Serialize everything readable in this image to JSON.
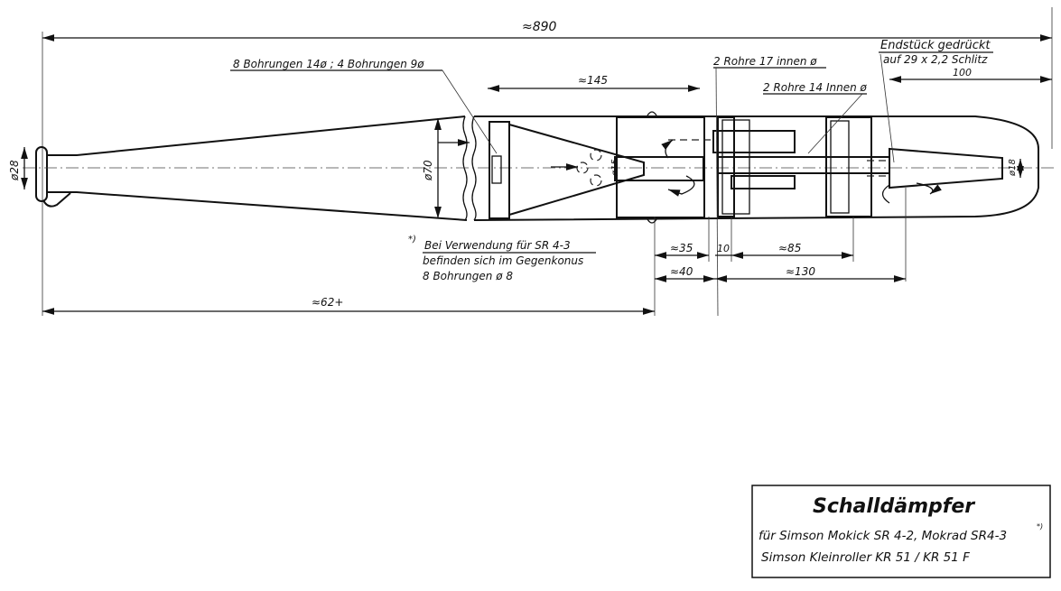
{
  "drawing": {
    "overall_length": "≈890",
    "note_bores": "8 Bohrungen 14ø ;  4 Bohrungen 9ø",
    "section_length": "≈145",
    "tubes_17": "2 Rohre  17  innen ø",
    "tubes_14": "2 Rohre  14 Innen ø",
    "endpiece_line1": "Endstück gedrückt",
    "endpiece_line2": "auf 29 x 2,2  Schlitz",
    "endpiece_dim": "100",
    "dia_inlet": "ø28",
    "dia_body": "ø70",
    "dia_inner_tube": "ø15",
    "dia_outlet": "ø18",
    "footnote_mark": "*)",
    "footnote_line1": "Bei Verwendung  für SR 4-3",
    "footnote_line2": "befinden sich im Gegenkonus",
    "footnote_line3": "8 Bohrungen ø 8",
    "dim_35": "≈35",
    "dim_10": "10",
    "dim_85": "≈85",
    "dim_40": "≈40",
    "dim_130": "≈130",
    "dim_624": "≈62+"
  },
  "title_block": {
    "title": "Schalldämpfer",
    "line1": "für Simson Mokick SR 4-2, Mokrad SR4-3",
    "line1_mark": "*)",
    "line2": "Simson Kleinroller  KR 51 / KR 51 F"
  }
}
